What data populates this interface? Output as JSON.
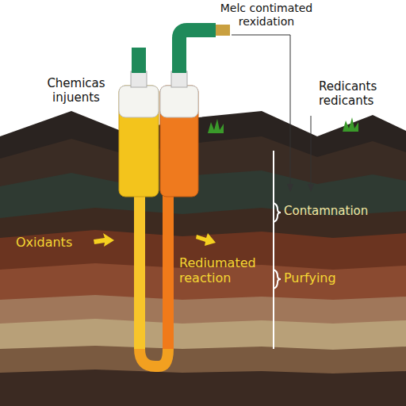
{
  "diagram": {
    "labels": [
      "Chemicas injuents",
      "Melc contimated rexidation",
      "Redicants redicants",
      "Contamnation",
      "Oxidants",
      "Rediumated reaction",
      "Purfying"
    ]
  }
}
